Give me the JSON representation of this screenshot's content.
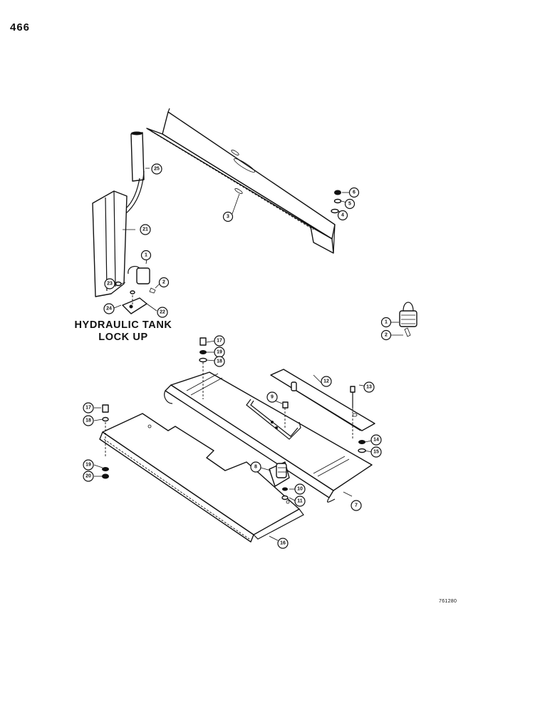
{
  "page_number": "466",
  "caption": {
    "line1": "HYDRAULIC TANK",
    "line2": "LOCK UP"
  },
  "drawing_number": "761280",
  "callouts": [
    {
      "id": "c1a",
      "label": "1"
    },
    {
      "id": "c2a",
      "label": "2"
    },
    {
      "id": "c3",
      "label": "3"
    },
    {
      "id": "c4",
      "label": "4"
    },
    {
      "id": "c5",
      "label": "5"
    },
    {
      "id": "c6a",
      "label": "6"
    },
    {
      "id": "c21",
      "label": "21"
    },
    {
      "id": "c22",
      "label": "22"
    },
    {
      "id": "c23",
      "label": "23"
    },
    {
      "id": "c24",
      "label": "24"
    },
    {
      "id": "c25",
      "label": "25"
    },
    {
      "id": "c1b",
      "label": "1"
    },
    {
      "id": "c2b",
      "label": "2"
    },
    {
      "id": "c17a",
      "label": "17"
    },
    {
      "id": "c19a",
      "label": "19"
    },
    {
      "id": "c18a",
      "label": "18"
    },
    {
      "id": "c12",
      "label": "12"
    },
    {
      "id": "c13",
      "label": "13"
    },
    {
      "id": "c9",
      "label": "9"
    },
    {
      "id": "c14",
      "label": "14"
    },
    {
      "id": "c15",
      "label": "15"
    },
    {
      "id": "c17b",
      "label": "17"
    },
    {
      "id": "c18b",
      "label": "18"
    },
    {
      "id": "c19b",
      "label": "19"
    },
    {
      "id": "c20",
      "label": "20"
    },
    {
      "id": "c8",
      "label": "8"
    },
    {
      "id": "c10",
      "label": "10"
    },
    {
      "id": "c11",
      "label": "11"
    },
    {
      "id": "c7",
      "label": "7"
    },
    {
      "id": "c16",
      "label": "16"
    }
  ]
}
